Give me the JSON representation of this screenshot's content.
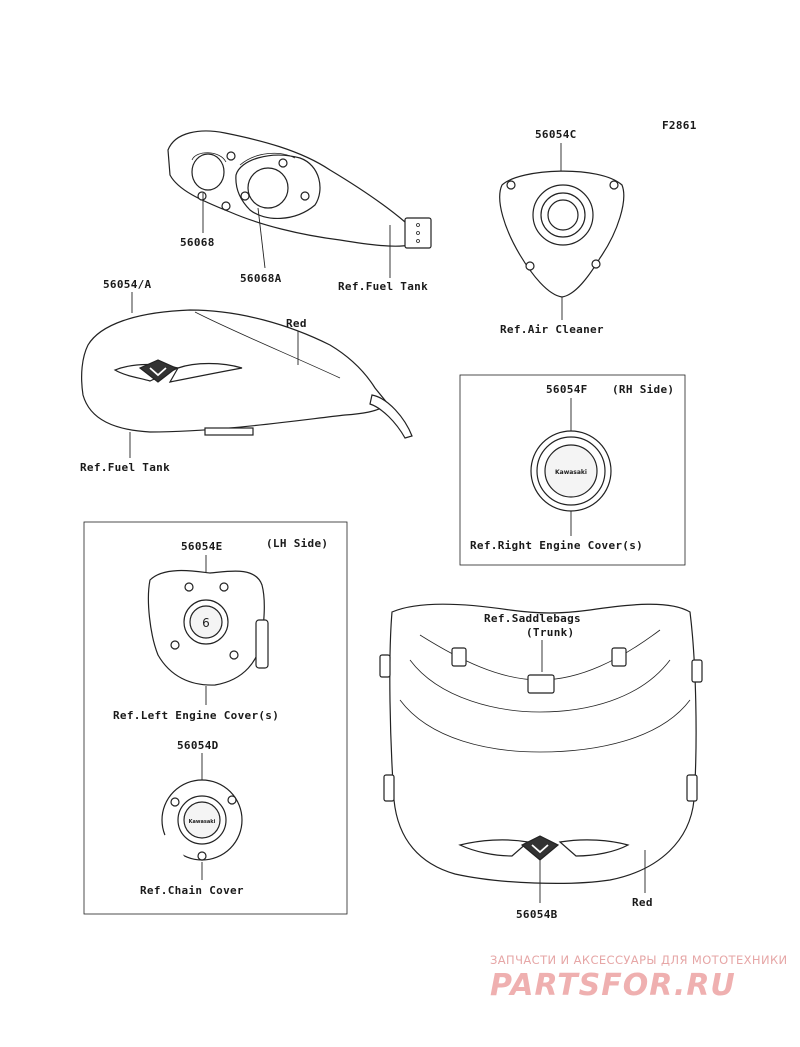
{
  "figure_code": "F2861",
  "parts": {
    "p56068": "56068",
    "p56068A": "56068A",
    "p56054C": "56054C",
    "p56054A": "56054/A",
    "p56054F": "56054F",
    "p56054E": "56054E",
    "p56054D": "56054D",
    "p56054B": "56054B"
  },
  "refs": {
    "fuel_tank_top": "Ref.Fuel Tank",
    "air_cleaner": "Ref.Air Cleaner",
    "fuel_tank_side": "Ref.Fuel Tank",
    "right_engine_cover": "Ref.Right Engine Cover(s)",
    "left_engine_cover": "Ref.Left Engine Cover(s)",
    "chain_cover": "Ref.Chain Cover",
    "saddlebags_line1": "Ref.Saddlebags",
    "saddlebags_line2": "(Trunk)"
  },
  "notes": {
    "red_tank": "Red",
    "red_trunk": "Red",
    "rh_side": "(RH Side)",
    "lh_side": "(LH Side)"
  },
  "watermark": {
    "tagline": "ЗАПЧАСТИ И АКСЕССУАРЫ ДЛЯ МОТОТЕХНИКИ",
    "brand": "PARTSFOR.RU",
    "color": "#efb0b0"
  }
}
